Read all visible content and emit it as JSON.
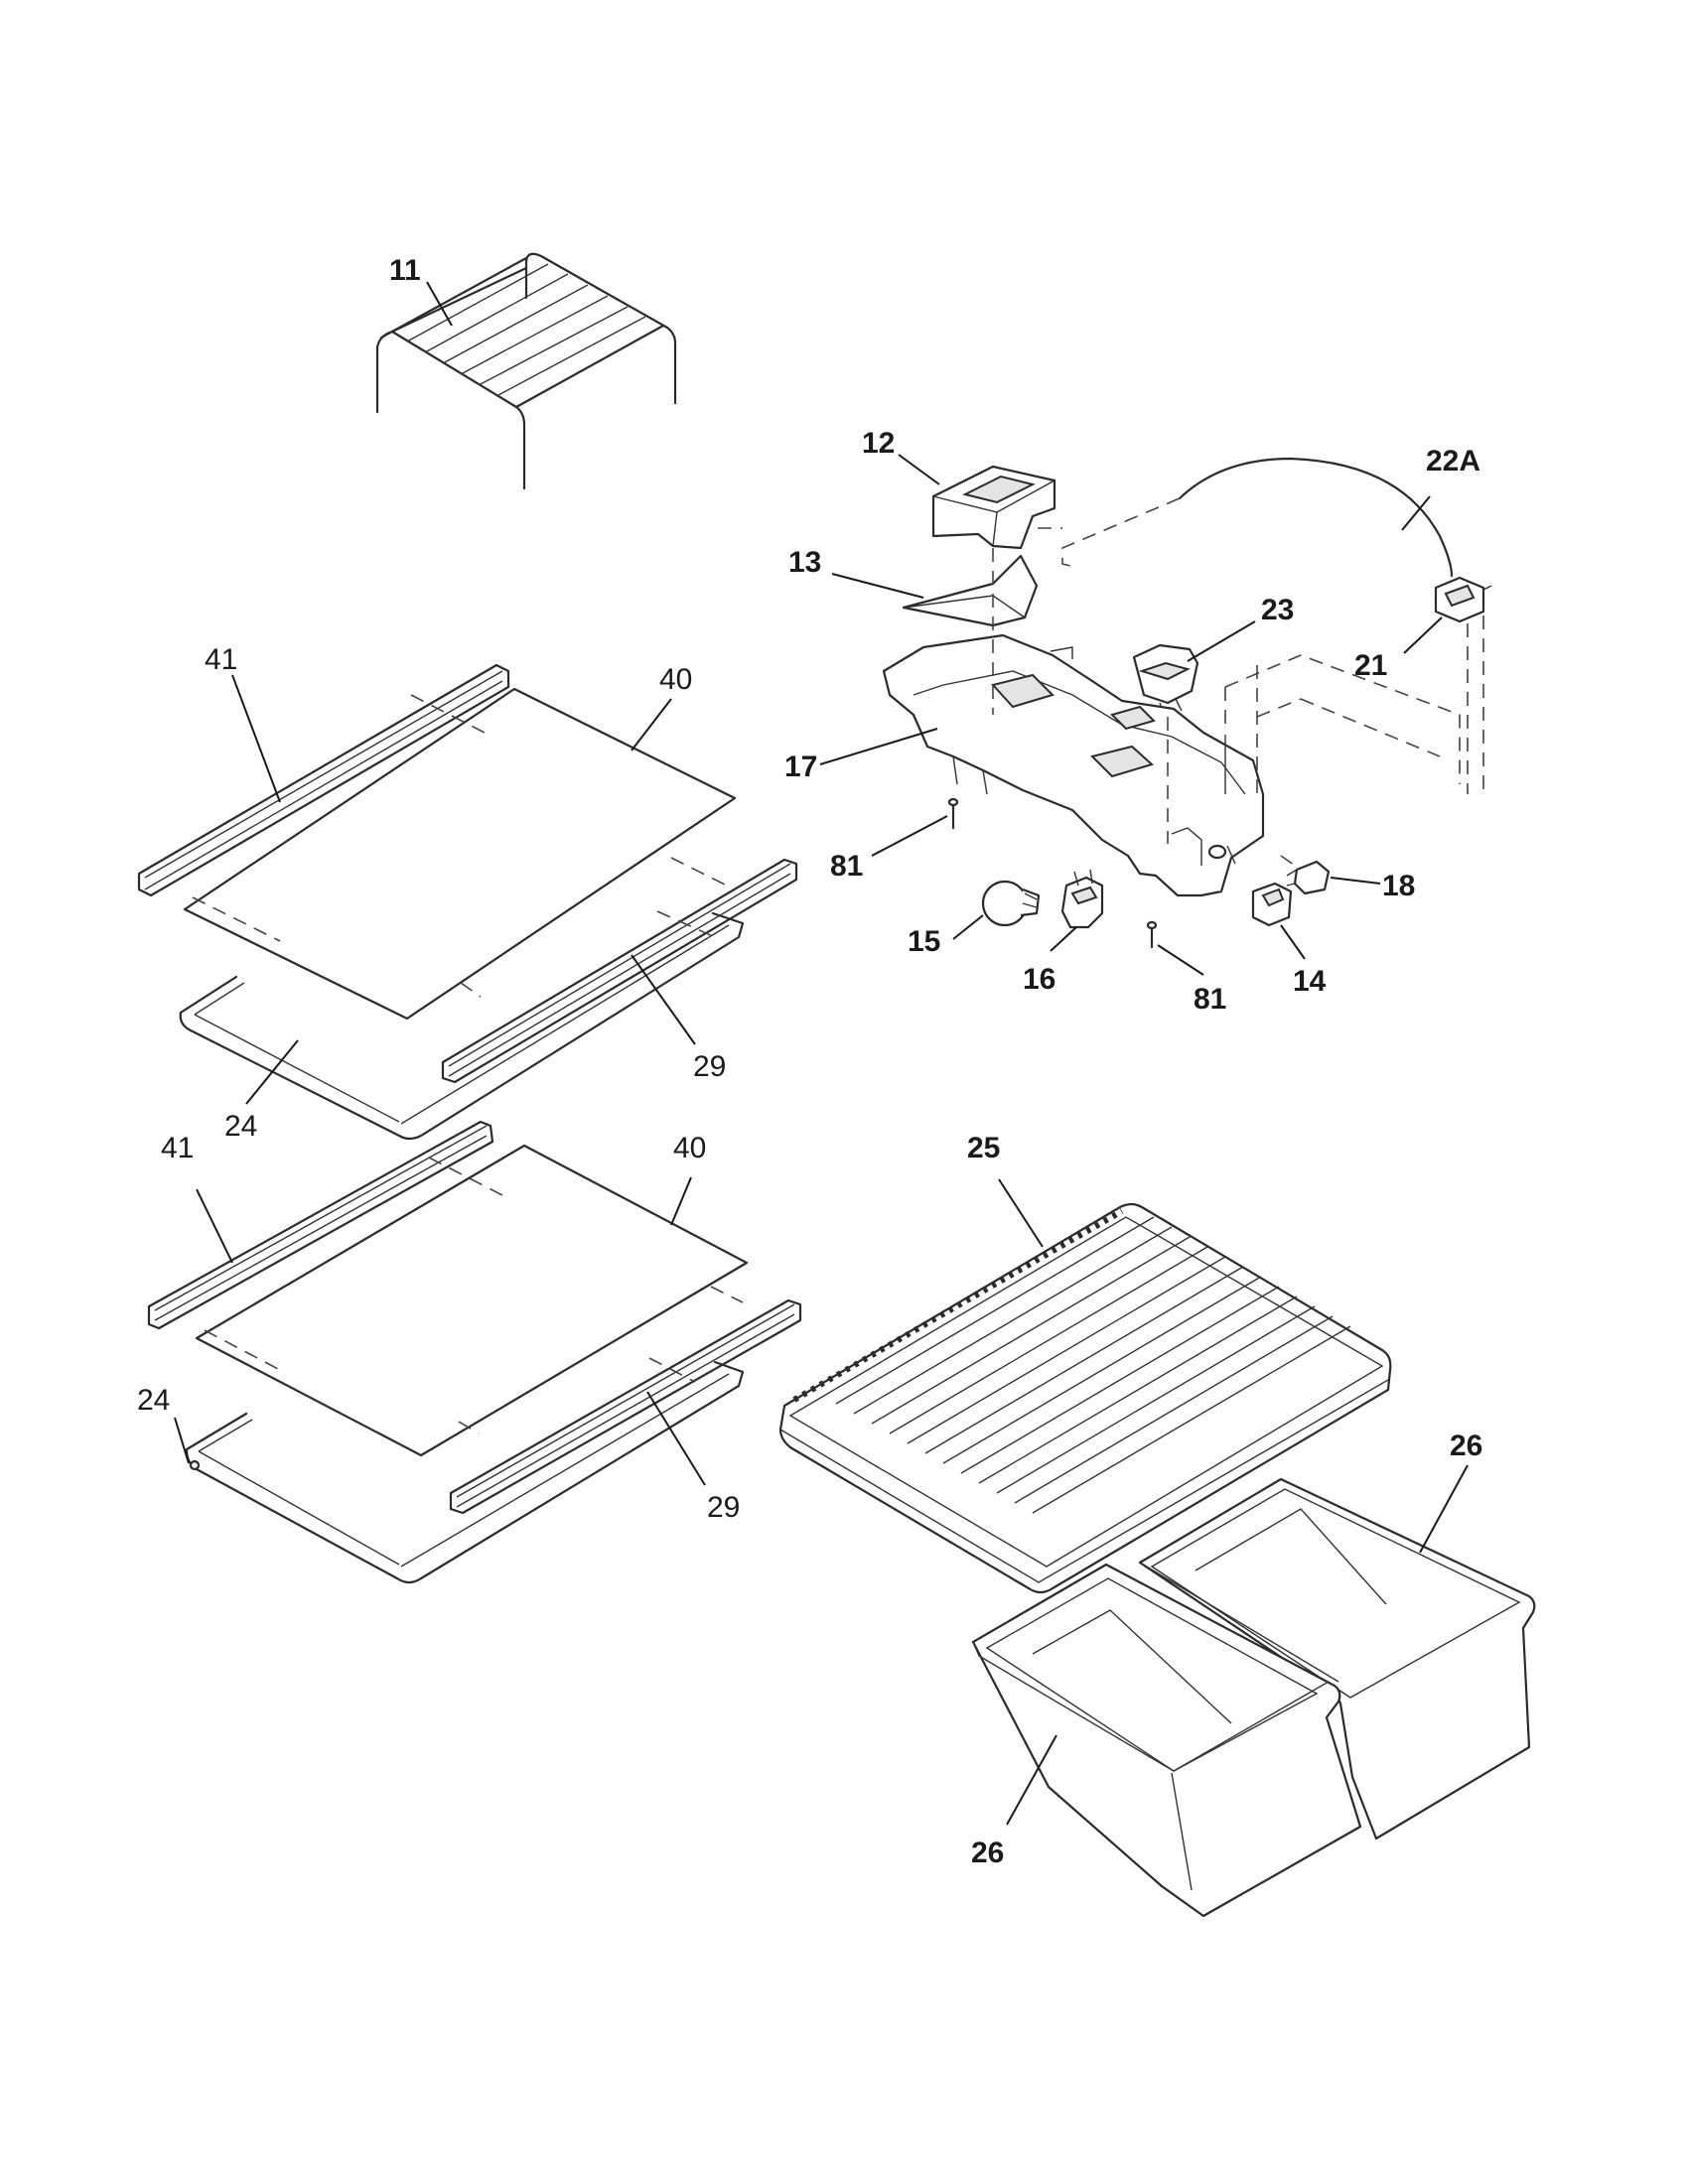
{
  "labels": {
    "p11": "11",
    "p12": "12",
    "p13": "13",
    "p22a": "22A",
    "p23": "23",
    "p21": "21",
    "p17": "17",
    "p81a": "81",
    "p15": "15",
    "p16": "16",
    "p81b": "81",
    "p18": "18",
    "p14": "14",
    "p41a": "41",
    "p40a": "40",
    "p29a": "29",
    "p24a": "24",
    "p41b": "41",
    "p40b": "40",
    "p29b": "29",
    "p24b": "24",
    "p25": "25",
    "p26a": "26",
    "p26b": "26"
  }
}
